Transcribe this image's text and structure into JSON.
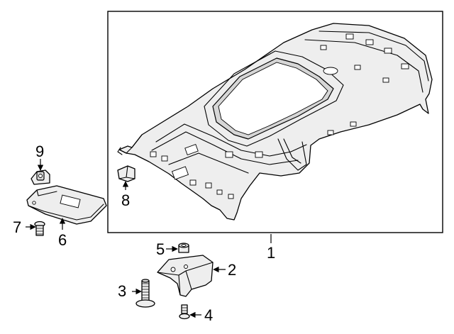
{
  "callouts": {
    "c1": "1",
    "c2": "2",
    "c3": "3",
    "c4": "4",
    "c5": "5",
    "c6": "6",
    "c7": "7",
    "c8": "8",
    "c9": "9"
  },
  "icons": [
    "headliner",
    "sunroof-opening",
    "bracket",
    "bolt",
    "nut",
    "screw",
    "clip",
    "sun-visor",
    "visor-hinge",
    "arrow"
  ],
  "colors": {
    "line": "#000000",
    "fill": "#eeeeee",
    "background": "#ffffff"
  }
}
